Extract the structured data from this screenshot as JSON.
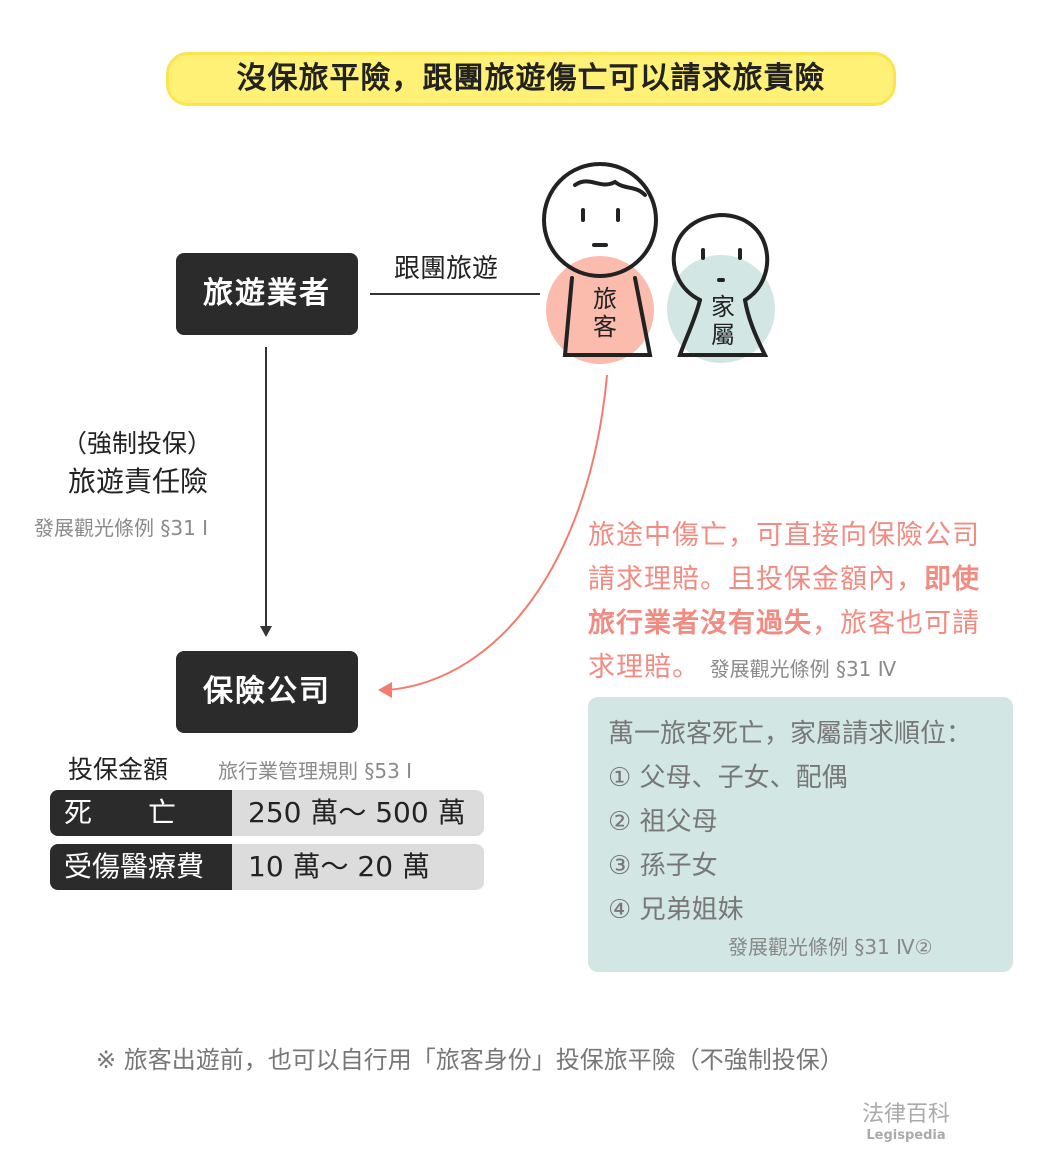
{
  "title": "沒保旅平險，跟團旅遊傷亡可以請求旅責險",
  "operator": "旅遊業者",
  "tour_label": "跟團旅遊",
  "traveler": [
    "旅",
    "客"
  ],
  "family": [
    "家",
    "屬"
  ],
  "mandatory": "（強制投保）",
  "liability_insurance": "旅遊責任險",
  "law1": "發展觀光條例 §31 Ⅰ",
  "insurer": "保險公司",
  "coverage_label": "投保金額",
  "law2": "旅行業管理規則 §53 Ⅰ",
  "rows": [
    {
      "label": "死　　亡",
      "value": "250 萬～ 500 萬"
    },
    {
      "label": "受傷醫療費",
      "value": "10 萬～ 20 萬"
    }
  ],
  "pink_text": {
    "l1": "旅途中傷亡，可直接向保險公司",
    "l2a": "請求理賠。且投保金額內，",
    "l2b": "即使",
    "l3a": "旅行業者沒有過失",
    "l3b": "，旅客也可請",
    "l4": "求理賠。",
    "law": "發展觀光條例 §31 Ⅳ"
  },
  "order": {
    "title": "萬一旅客死亡，家屬請求順位：",
    "items": [
      "① 父母、子女、配偶",
      "② 祖父母",
      "③ 孫子女",
      "④ 兄弟姐妹"
    ],
    "law": "發展觀光條例 §31 Ⅳ②"
  },
  "footnote": "※ 旅客出遊前，也可以自行用「旅客身份」投保旅平險（不強制投保）",
  "logo": {
    "zh": "法律百科",
    "en": "Legispedia"
  }
}
